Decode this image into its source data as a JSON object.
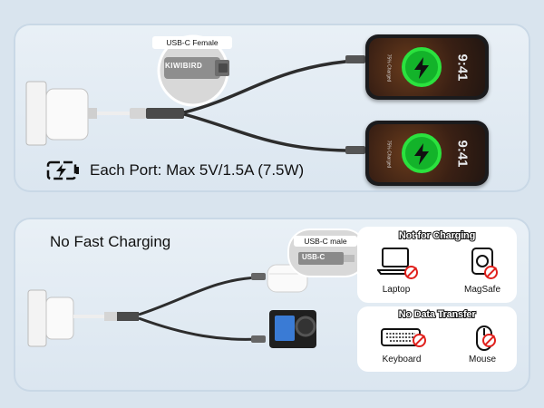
{
  "top": {
    "connector_callout": "USB-C Female",
    "brand": "KIWIBIRD",
    "phone_time": "9:41",
    "phone_status": "75% Charged",
    "port_spec": "Each Port: Max 5V/1.5A (7.5W)"
  },
  "bottom": {
    "heading": "No Fast Charging",
    "connector_callout": "USB-C male",
    "connector_text": "USB-C",
    "not_charging": {
      "title": "Not for Charging",
      "items": [
        "Laptop",
        "MagSafe"
      ]
    },
    "no_data": {
      "title": "No Data Transfer",
      "items": [
        "Keyboard",
        "Mouse"
      ]
    }
  },
  "colors": {
    "charge_green": "#2be23e",
    "prohibit_red": "#e0201c",
    "panel": "#e4ecf3"
  }
}
